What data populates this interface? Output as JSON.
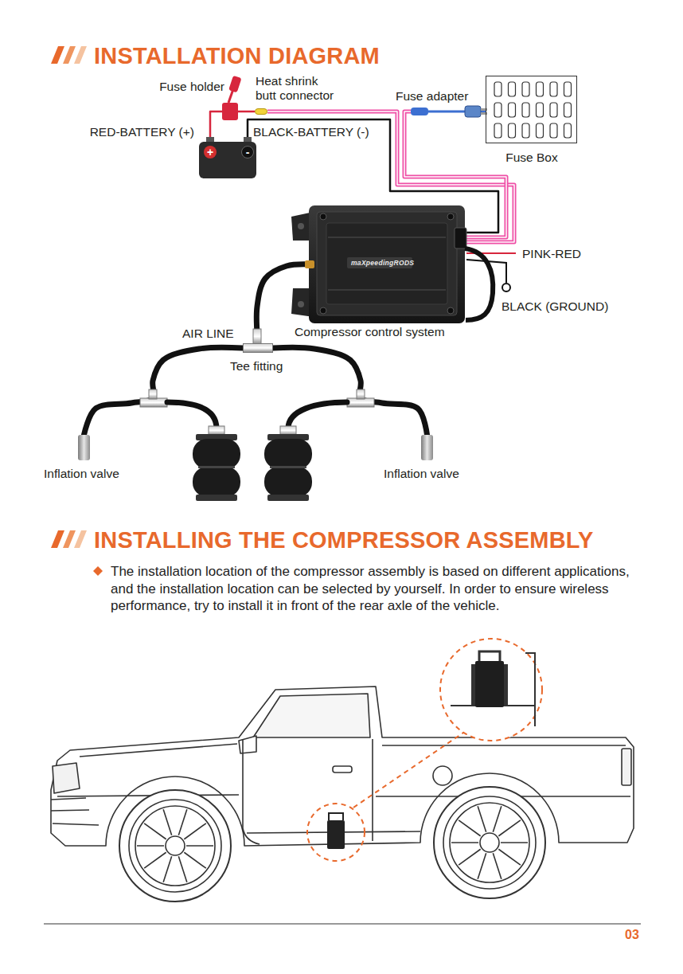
{
  "diagram": {
    "title": "INSTALLATION DIAGRAM",
    "nodes": [
      {
        "text": [
          "+",
          "-"
        ]
      },
      {
        "text": [
          "Fuse holder"
        ]
      },
      {
        "text": [
          "Heat shrink butt connector"
        ]
      },
      {
        "text": [
          "Fuse adapter"
        ]
      },
      {
        "text": [
          "Fuse Box"
        ]
      },
      {
        "text": [
          "Compressor control system"
        ]
      },
      {
        "text": [
          "Tee fitting"
        ]
      },
      {
        "text": [
          "Inflation valve"
        ]
      },
      {
        "text": [
          "Inflation valve"
        ]
      }
    ],
    "edges": [
      {
        "from": 0,
        "to": 1,
        "arrow": "none"
      },
      {
        "from": 1,
        "to": 2,
        "arrow": "none"
      },
      {
        "from": 2,
        "to": 5,
        "arrow": "none"
      },
      {
        "from": 0,
        "to": 5,
        "arrow": "none"
      },
      {
        "from": 3,
        "to": 4,
        "arrow": "none"
      },
      {
        "from": 3,
        "to": 5,
        "arrow": "none"
      },
      {
        "from": 5,
        "to": 6,
        "arrow": "none"
      },
      {
        "from": 6,
        "to": 7,
        "arrow": "none"
      },
      {
        "from": 6,
        "to": 8,
        "arrow": "none"
      }
    ],
    "labels": [
      "RED-BATTERY (+)",
      "BLACK-BATTERY (-)",
      "PINK-RED",
      "BLACK (GROUND)",
      "AIR LINE",
      "maXpeedingRODS",
      "INSTALLING THE COMPRESSOR ASSEMBLY",
      "The installation location of the compressor assembly is based on different applications, and the installation location can be selected by yourself. In order to ensure wireless performance, try to install it in front of the rear axle of the vehicle.",
      "03"
    ]
  }
}
